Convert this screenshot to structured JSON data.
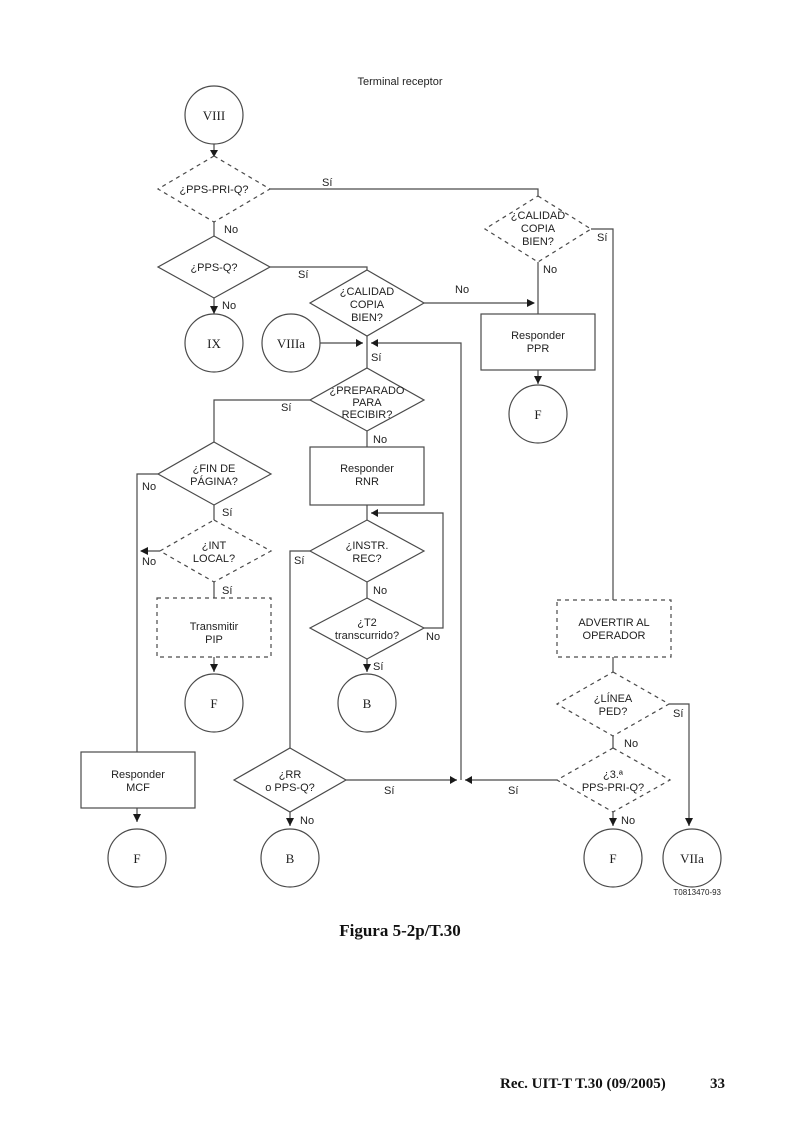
{
  "header": {
    "title": "Terminal receptor"
  },
  "connectors": {
    "viii": "VIII",
    "ix": "IX",
    "viiia": "VIIIa",
    "f_ppr": "F",
    "f_pip": "F",
    "b_t2": "B",
    "f_mcf": "F",
    "b_rr": "B",
    "f_3pps": "F",
    "viia": "VIIa"
  },
  "decisions": {
    "pps_pri_q": [
      "¿PPS-PRI-Q?"
    ],
    "calidad_top": [
      "¿CALIDAD",
      "COPIA",
      "BIEN?"
    ],
    "pps_q": [
      "¿PPS-Q?"
    ],
    "calidad_mid": [
      "¿CALIDAD",
      "COPIA",
      "BIEN?"
    ],
    "preparado": [
      "¿PREPARADO",
      "PARA",
      "RECIBIR?"
    ],
    "fin_pagina": [
      "¿FIN DE",
      "PÁGINA?"
    ],
    "int_local": [
      "¿INT",
      "LOCAL?"
    ],
    "instr_rec": [
      "¿INSTR.",
      "REC?"
    ],
    "t2": [
      "¿T2",
      "transcurrido?"
    ],
    "linea_ped": [
      "¿LÍNEA",
      "PED?"
    ],
    "rr_pps_q": [
      "¿RR",
      "o PPS-Q?"
    ],
    "tercer_pps": [
      "¿3.ª",
      "PPS-PRI-Q?"
    ]
  },
  "processes": {
    "ppr": [
      "Responder",
      "PPR"
    ],
    "rnr": [
      "Responder",
      "RNR"
    ],
    "pip": [
      "Transmitir",
      "PIP"
    ],
    "advertir": [
      "ADVERTIR AL",
      "OPERADOR"
    ],
    "mcf": [
      "Responder",
      "MCF"
    ]
  },
  "labels": {
    "yes": "Sí",
    "no": "No"
  },
  "figure_code": "T0813470-93",
  "caption": "Figura 5-2p/T.30",
  "footer": {
    "rec": "Rec. UIT-T T.30 (09/2005)",
    "page": "33"
  }
}
